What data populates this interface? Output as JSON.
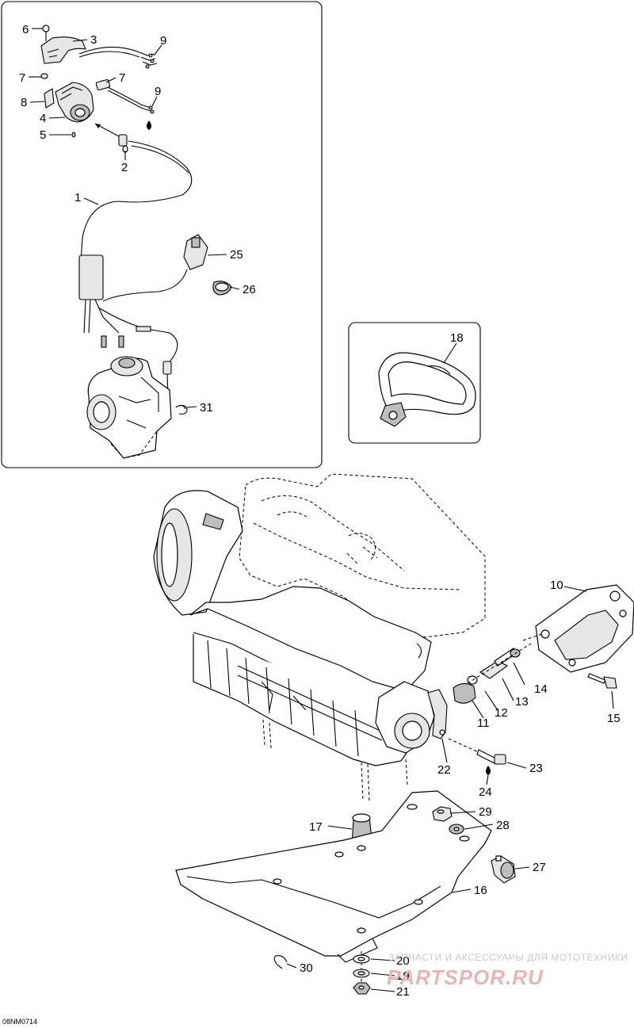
{
  "diagram": {
    "code": "08NM0714",
    "callouts": {
      "c1": "1",
      "c2": "2",
      "c3": "3",
      "c4": "4",
      "c5": "5",
      "c6": "6",
      "c7a": "7",
      "c7b": "7",
      "c8": "8",
      "c9a": "9",
      "c9b": "9",
      "c10": "10",
      "c11": "11",
      "c12": "12",
      "c13": "13",
      "c14": "14",
      "c15": "15",
      "c16": "16",
      "c17": "17",
      "c18": "18",
      "c19": "19",
      "c20": "20",
      "c21": "21",
      "c22": "22",
      "c23": "23",
      "c24": "24",
      "c25": "25",
      "c26": "26",
      "c27": "27",
      "c28": "28",
      "c29": "29",
      "c30": "30",
      "c31": "31"
    }
  },
  "watermark": {
    "tagline": "ЗАПЧАСТИ И АКСЕССУАРЫ ДЛЯ МОТОТЕХНИКИ",
    "brand": "PARTSPOR.RU"
  }
}
